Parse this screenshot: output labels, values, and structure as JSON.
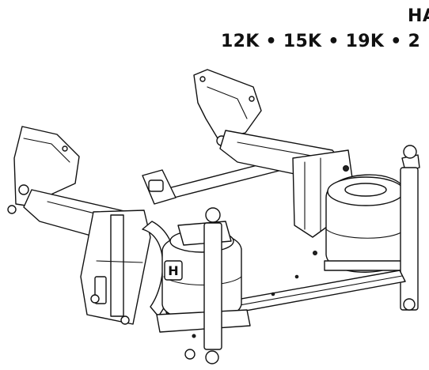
{
  "heading": {
    "title": "HA",
    "capacities": "12K • 15K • 19K • 2"
  },
  "drawing": {
    "logo_letter": "H",
    "line_color": "#111111",
    "fill_color": "#ffffff",
    "shade_color": "#e6e6e6"
  }
}
